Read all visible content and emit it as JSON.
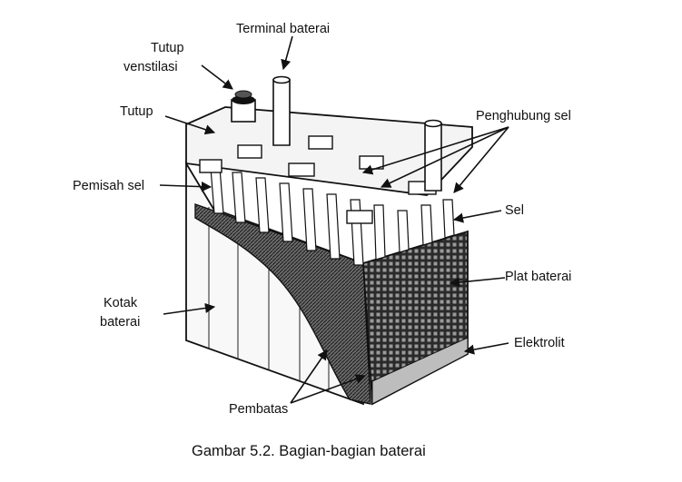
{
  "diagram": {
    "labels": {
      "terminal": "Terminal baterai",
      "tutup_ventilasi_1": "Tutup",
      "tutup_ventilasi_2": "venstilasi",
      "tutup": "Tutup",
      "penghubung_sel": "Penghubung sel",
      "pemisah_sel": "Pemisah sel",
      "sel": "Sel",
      "plat_baterai": "Plat baterai",
      "kotak_1": "Kotak",
      "kotak_2": "baterai",
      "elektrolit": "Elektrolit",
      "pembatas": "Pembatas"
    },
    "caption": "Gambar 5.2.  Bagian-bagian baterai"
  }
}
